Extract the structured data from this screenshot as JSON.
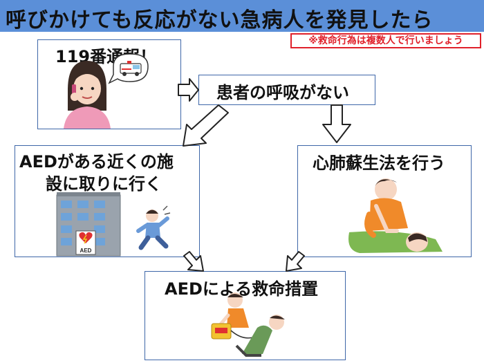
{
  "title": "呼びかけても反応がない急病人を発見したら",
  "note": "※救命行為は複数人で行いましょう",
  "steps": {
    "call": "119番通報！",
    "no_breath": "患者の呼吸がない",
    "aed_fetch_line1": "AEDがある近くの施",
    "aed_fetch_line2": "設に取りに行く",
    "cpr": "心肺蘇生法を行う",
    "aed_use": "AEDによる救命措置"
  },
  "aed_sign": "AED",
  "colors": {
    "title_bar": "#5b8fd8",
    "box_border": "#3d66a8",
    "note_red": "#e0202a"
  }
}
